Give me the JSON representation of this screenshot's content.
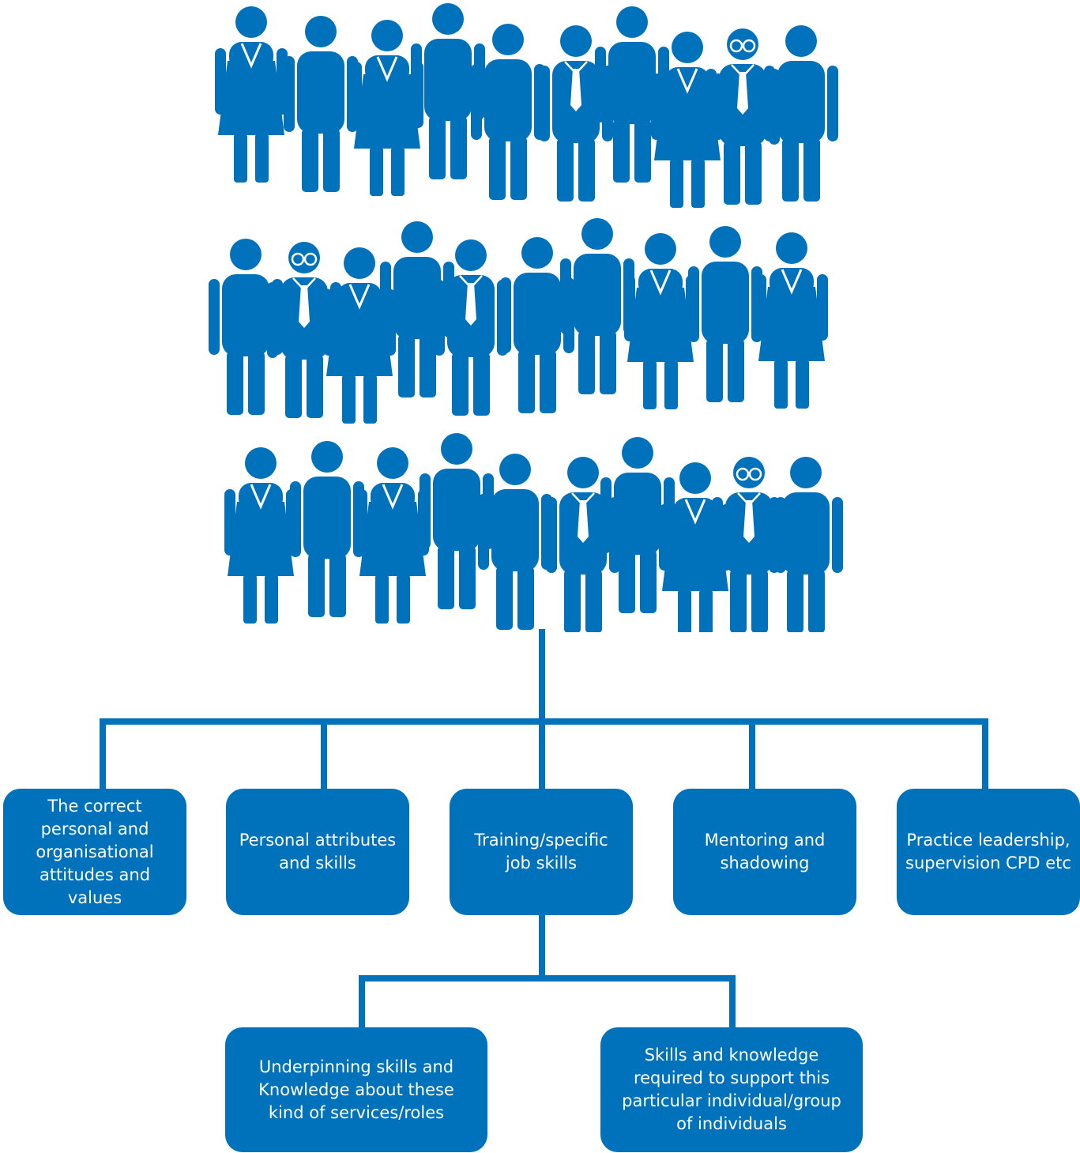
{
  "colors": {
    "primary": "#0072bc",
    "background": "#ffffff"
  },
  "icons": {
    "people": "people-group-icon"
  },
  "top_level_items": [
    "The correct personal and organisational attitudes and values",
    "Personal attributes and skills",
    "Training/specific job skills",
    "Mentoring and shadowing",
    "Practice leadership, supervision CPD etc"
  ],
  "sub_items": [
    "Underpinning skills and Knowledge about these kind of services/roles",
    "Skills and knowledge required to support this particular individual/group of individuals"
  ]
}
